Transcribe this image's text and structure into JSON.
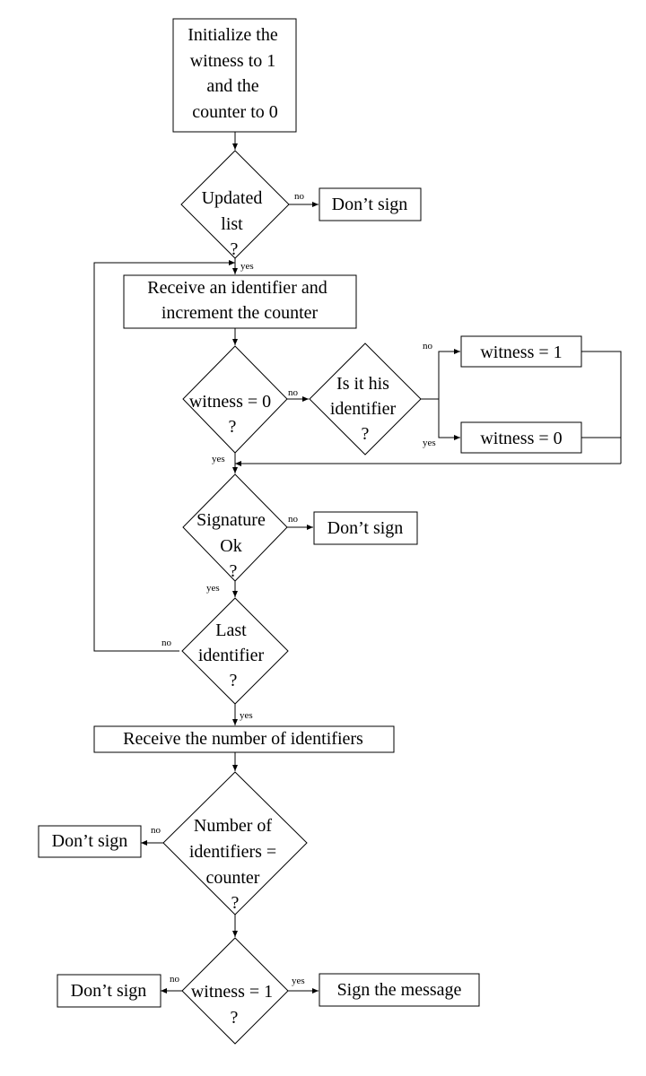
{
  "nodes": {
    "init": [
      "Initialize the",
      "witness to 1",
      "and the",
      "counter to 0"
    ],
    "updated_list": [
      "Updated",
      "list",
      "?"
    ],
    "dont_sign_1": [
      "Don’t sign"
    ],
    "receive_identifier": [
      "Receive an identifier and",
      "increment the counter"
    ],
    "witness_zero": [
      "witness = 0",
      "?"
    ],
    "is_his_identifier": [
      "Is it his",
      "identifier",
      "?"
    ],
    "witness_set_1": [
      "witness = 1"
    ],
    "witness_set_0": [
      "witness = 0"
    ],
    "signature_ok": [
      "Signature",
      "Ok",
      "?"
    ],
    "dont_sign_2": [
      "Don’t sign"
    ],
    "last_identifier": [
      "Last",
      "identifier",
      "?"
    ],
    "receive_number": [
      "Receive the number of identifiers"
    ],
    "number_equals_counter": [
      "Number of",
      "identifiers =",
      "counter",
      "?"
    ],
    "dont_sign_3": [
      "Don’t sign"
    ],
    "witness_one": [
      "witness = 1",
      "?"
    ],
    "dont_sign_4": [
      "Don’t sign"
    ],
    "sign_message": [
      "Sign the message"
    ]
  },
  "edge_labels": {
    "updated_no": "no",
    "updated_yes": "yes",
    "wz_no": "no",
    "his_no": "no",
    "his_yes": "yes",
    "wz_yes": "yes",
    "sig_no": "no",
    "sig_yes": "yes",
    "last_no": "no",
    "last_yes": "yes",
    "num_no": "no",
    "w1_no": "no",
    "w1_yes": "yes"
  }
}
